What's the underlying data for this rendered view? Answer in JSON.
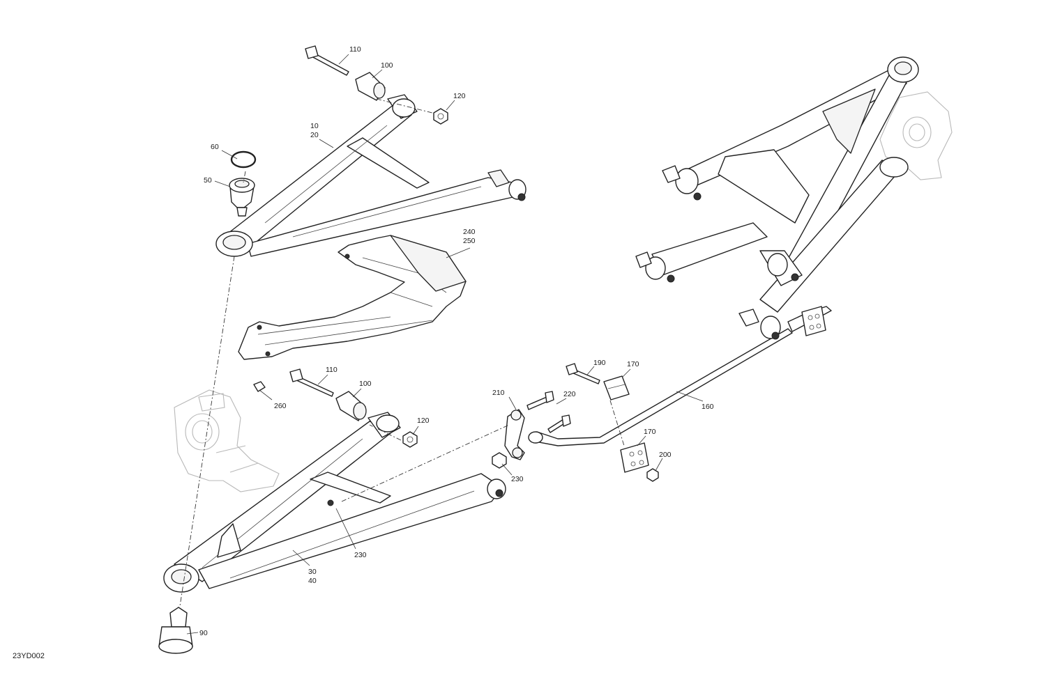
{
  "diagram": {
    "drawing_code": "23YD002",
    "callouts": {
      "c110a": "110",
      "c100a": "100",
      "c120a": "120",
      "c10": "10",
      "c20": "20",
      "c60": "60",
      "c50": "50",
      "c240": "240",
      "c250": "250",
      "c110b": "110",
      "c100b": "100",
      "c260": "260",
      "c120b": "120",
      "c190": "190",
      "c170a": "170",
      "c210": "210",
      "c220": "220",
      "c160": "160",
      "c170b": "170",
      "c200": "200",
      "c230a": "230",
      "c230b": "230",
      "c30": "30",
      "c40": "40",
      "c90": "90"
    }
  }
}
